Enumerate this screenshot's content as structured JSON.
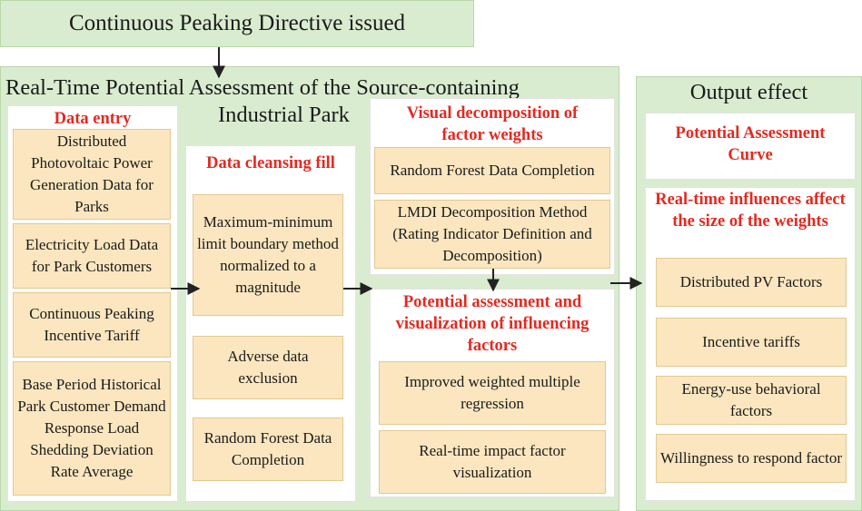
{
  "directive": "Continuous Peaking Directive issued",
  "assessment": {
    "title_line1": "Real-Time Potential Assessment of the Source-containing",
    "title_line2": "Industrial Park",
    "data_entry": {
      "heading": "Data entry",
      "items": [
        "Distributed Photovoltaic Power Generation Data for Parks",
        "Electricity Load Data for Park Customers",
        "Continuous Peaking Incentive Tariff",
        "Base Period Historical Park Customer Demand Response Load Shedding Deviation Rate Average"
      ]
    },
    "cleansing": {
      "heading": "Data cleansing fill",
      "items": [
        "Maximum-minimum limit boundary method normalized to a magnitude",
        "Adverse data exclusion",
        "Random Forest Data Completion"
      ]
    },
    "decomposition": {
      "heading": "Visual decomposition of factor weights",
      "items": [
        "Random Forest Data Completion",
        "LMDI Decomposition Method (Rating Indicator Definition and Decomposition)"
      ]
    },
    "potential": {
      "heading": "Potential assessment and visualization of influencing factors",
      "items": [
        "Improved weighted multiple regression",
        "Real-time impact factor visualization"
      ]
    }
  },
  "output": {
    "title": "Output effect",
    "curve": "Potential Assessment Curve",
    "influences": {
      "heading": "Real-time influences affect the size of the weights",
      "items": [
        "Distributed PV Factors",
        "Incentive tariffs",
        "Energy-use behavioral factors",
        "Willingness to respond factor"
      ]
    }
  }
}
